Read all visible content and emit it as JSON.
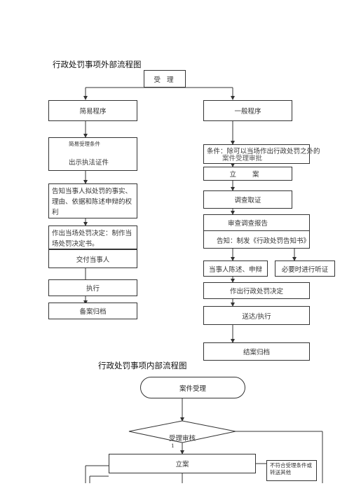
{
  "external": {
    "title": "行政处罚事项外部流程图",
    "start": "受 理",
    "simple": {
      "header": "简易程序",
      "condition": "简易受理条件",
      "show_id": "出示执法证件",
      "inform": "告知当事人拟处罚的事实、理由、依据和陈述申辩的权利",
      "decide": "作出当场处罚决定：制作当场处罚决定书。",
      "deliver": "交付当事人",
      "execute": "执行",
      "archive": "备案归档"
    },
    "general": {
      "header": "一般程序",
      "condition": "条件：除可以当场作出行政处罚之外的",
      "condition_box": "案件受理审批",
      "file": "立 案",
      "investigate": "调查取证",
      "review": "审查调查报告",
      "notice": "告知：制发《行政处罚告知书》",
      "statement": "当事人陈述、申辩",
      "hearing": "必要时进行听证",
      "decision": "作出行政处罚决定",
      "deliver": "送达/执行",
      "close": "结案归档"
    }
  },
  "internal": {
    "title": "行政处罚事项内部流程图",
    "accept": "案件受理",
    "review": "受理审核",
    "mark": "1",
    "file": "立案",
    "reject": "不符合受理条件或转送其他"
  }
}
